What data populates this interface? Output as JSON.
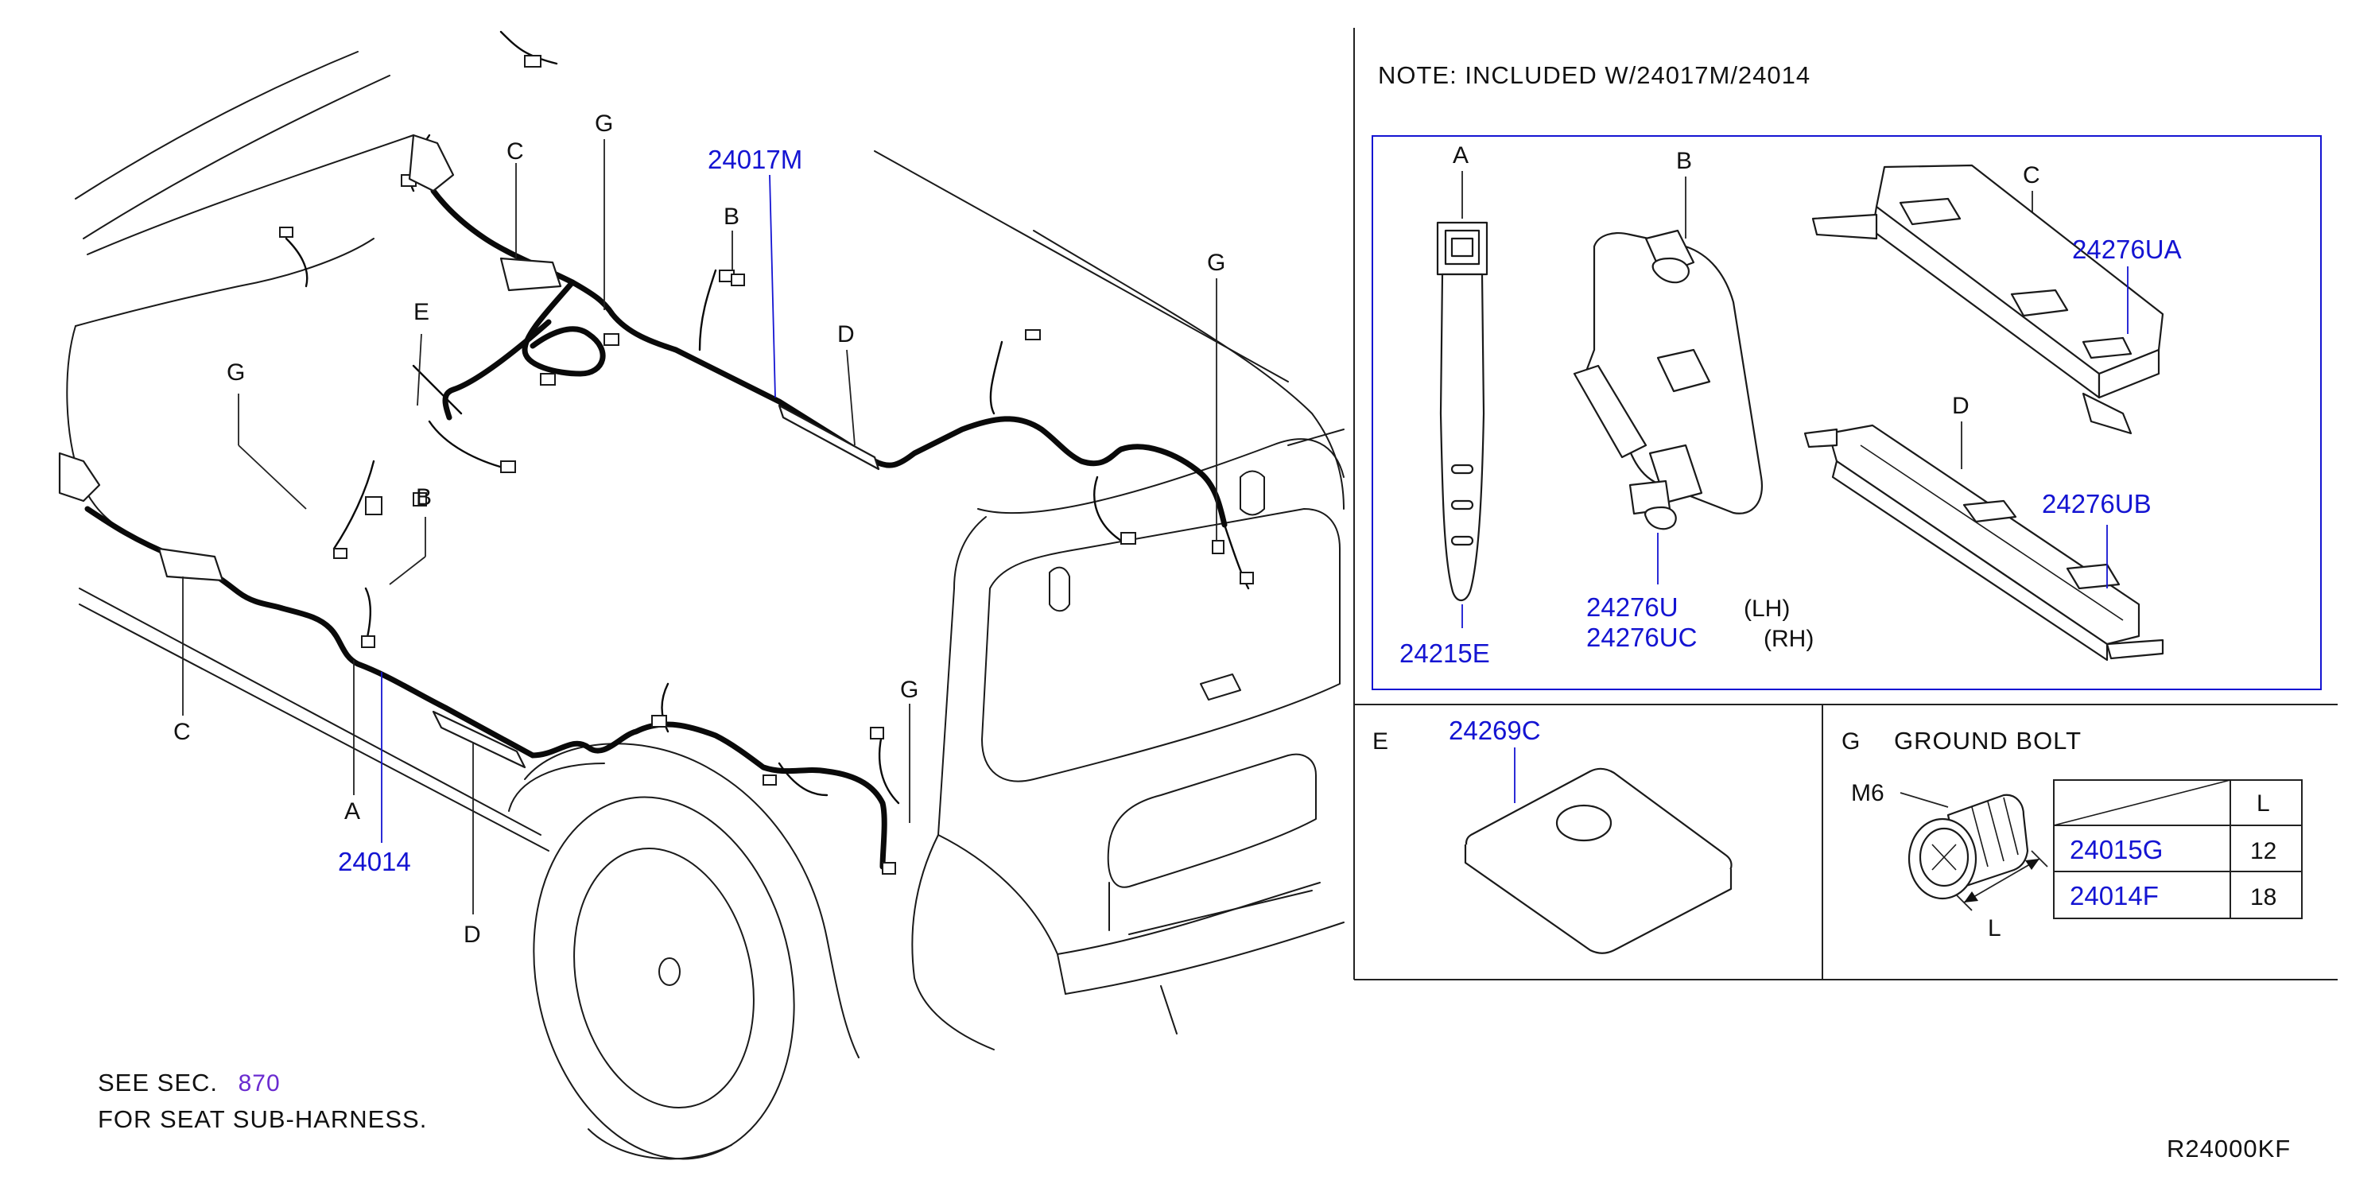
{
  "note": "NOTE:   INCLUDED   W/24017M/24014",
  "see_sec": {
    "prefix": "SEE   SEC.",
    "link": "870",
    "line2": "FOR   SEAT   SUB-HARNESS."
  },
  "figure_code": "R24000KF",
  "callouts": {
    "main": {
      "c_top": "C",
      "g_top": "G",
      "pn_24017m": "24017M",
      "b_top": "B",
      "d_top": "D",
      "g_right": "G",
      "e_left": "E",
      "g_left": "G",
      "b_mid": "B",
      "c_bottom": "C",
      "a_bottom": "A",
      "pn_24014": "24014",
      "d_bottom": "D",
      "g_bottom": "G"
    },
    "panel_ad": {
      "a": "A",
      "pn_a": "24215E",
      "b": "B",
      "pn_b1": "24276U",
      "side_b1": "(LH)",
      "pn_b2": "24276UC",
      "side_b2": "(RH)",
      "c": "C",
      "pn_c": "24276UA",
      "d": "D",
      "pn_d": "24276UB"
    },
    "panel_e": {
      "e": "E",
      "pn_e": "24269C"
    },
    "panel_g": {
      "g": "G",
      "title": "GROUND   BOLT",
      "m6": "M6",
      "l": "L"
    }
  },
  "bolt_table": {
    "header": "L",
    "rows": [
      {
        "part": "24015G",
        "length": "12"
      },
      {
        "part": "24014F",
        "length": "18"
      }
    ]
  }
}
